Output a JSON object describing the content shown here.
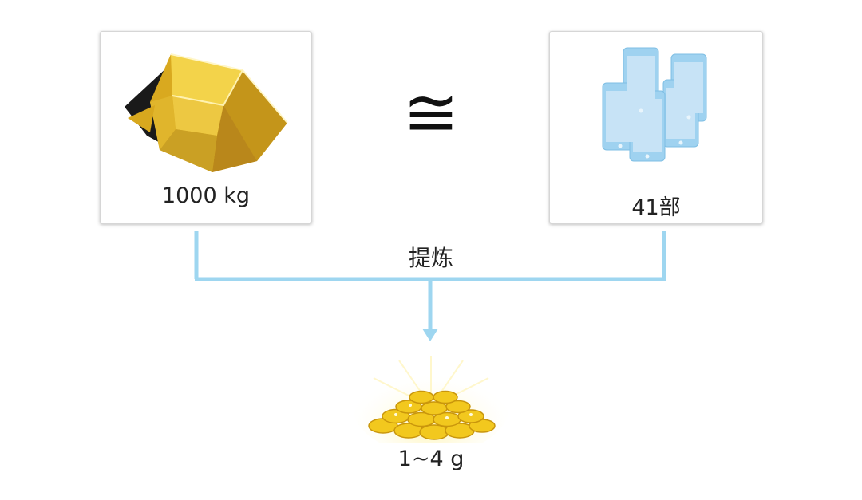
{
  "inputs": {
    "ore": {
      "label": "1000 kg",
      "icon": "gold-ore-icon"
    },
    "phones": {
      "label": "41部",
      "icon": "smartphones-icon"
    }
  },
  "relation_symbol": "≅",
  "process": {
    "label": "提炼"
  },
  "result": {
    "label": "1~4 g",
    "icon": "gold-coins-icon"
  },
  "colors": {
    "connector": "#9ed6f0",
    "gold": "#e2b32a",
    "phone_screen": "#c7e3f6",
    "phone_frame": "#9fd2f0"
  }
}
